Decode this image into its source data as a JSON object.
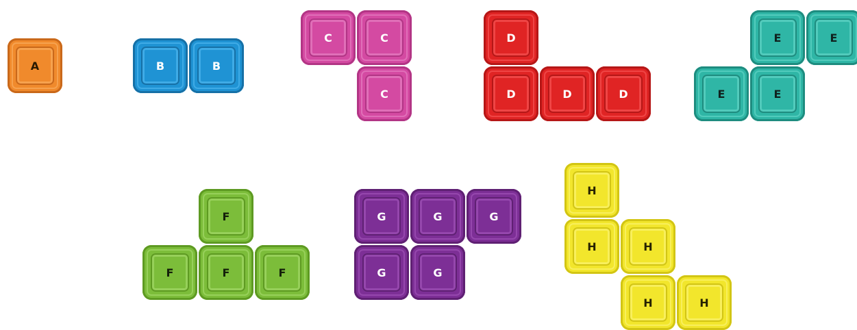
{
  "pieces": [
    {
      "id": "A",
      "label": "A",
      "colors": {
        "base": "#f08a2c",
        "edge": "#c9681a",
        "light": "#f6a24f",
        "text": "#2a1a00"
      },
      "cells": [
        [
          0,
          0
        ]
      ]
    },
    {
      "id": "B",
      "label": "B",
      "colors": {
        "base": "#1f93d4",
        "edge": "#1670a6",
        "light": "#3fabe6",
        "text": "#ffffff"
      },
      "cells": [
        [
          0,
          0
        ],
        [
          1,
          0
        ]
      ]
    },
    {
      "id": "C",
      "label": "C",
      "colors": {
        "base": "#d44aa2",
        "edge": "#b23585",
        "light": "#e06fb8",
        "text": "#ffffff"
      },
      "cells": [
        [
          0,
          0
        ],
        [
          1,
          0
        ],
        [
          1,
          1
        ]
      ]
    },
    {
      "id": "D",
      "label": "D",
      "colors": {
        "base": "#e02424",
        "edge": "#b51717",
        "light": "#ef4545",
        "text": "#ffffff"
      },
      "cells": [
        [
          0,
          0
        ],
        [
          0,
          1
        ],
        [
          1,
          1
        ],
        [
          2,
          1
        ]
      ]
    },
    {
      "id": "E",
      "label": "E",
      "colors": {
        "base": "#2fb6a6",
        "edge": "#1e8c7f",
        "light": "#52cbbc",
        "text": "#10231f"
      },
      "cells": [
        [
          1,
          0
        ],
        [
          2,
          0
        ],
        [
          0,
          1
        ],
        [
          1,
          1
        ]
      ]
    },
    {
      "id": "F",
      "label": "F",
      "colors": {
        "base": "#7cbd3a",
        "edge": "#5e9a22",
        "light": "#97d05a",
        "text": "#14200a"
      },
      "cells": [
        [
          1,
          0
        ],
        [
          0,
          1
        ],
        [
          1,
          1
        ],
        [
          2,
          1
        ]
      ]
    },
    {
      "id": "G",
      "label": "G",
      "colors": {
        "base": "#7d2f96",
        "edge": "#5f2073",
        "light": "#9547ad",
        "text": "#ffffff"
      },
      "cells": [
        [
          0,
          0
        ],
        [
          1,
          0
        ],
        [
          2,
          0
        ],
        [
          0,
          1
        ],
        [
          1,
          1
        ]
      ]
    },
    {
      "id": "H",
      "label": "H",
      "colors": {
        "base": "#f2e62c",
        "edge": "#d2c514",
        "light": "#f8ef5c",
        "text": "#262200"
      },
      "cells": [
        [
          0,
          0
        ],
        [
          0,
          1
        ],
        [
          1,
          1
        ],
        [
          1,
          2
        ],
        [
          2,
          2
        ]
      ]
    }
  ]
}
